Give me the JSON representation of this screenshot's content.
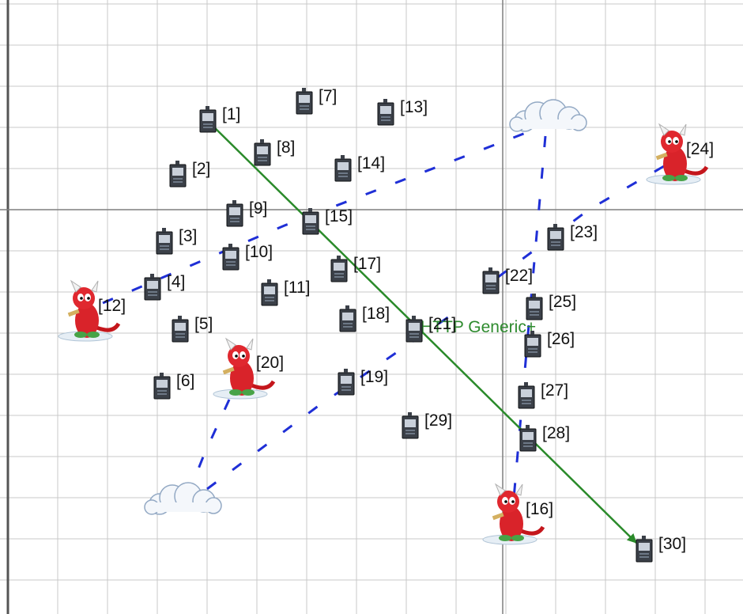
{
  "canvas": {
    "grid_color": "#c8c8c8",
    "axis_color": "#7f7f7f",
    "background": "#ffffff"
  },
  "nodes": [
    {
      "id": "1",
      "label": "[1]",
      "type": "server",
      "icon": "server-icon"
    },
    {
      "id": "2",
      "label": "[2]",
      "type": "server",
      "icon": "server-icon"
    },
    {
      "id": "3",
      "label": "[3]",
      "type": "server",
      "icon": "server-icon"
    },
    {
      "id": "4",
      "label": "[4]",
      "type": "server",
      "icon": "server-icon"
    },
    {
      "id": "5",
      "label": "[5]",
      "type": "server",
      "icon": "server-icon"
    },
    {
      "id": "6",
      "label": "[6]",
      "type": "server",
      "icon": "server-icon"
    },
    {
      "id": "7",
      "label": "[7]",
      "type": "server",
      "icon": "server-icon"
    },
    {
      "id": "8",
      "label": "[8]",
      "type": "server",
      "icon": "server-icon"
    },
    {
      "id": "9",
      "label": "[9]",
      "type": "server",
      "icon": "server-icon"
    },
    {
      "id": "10",
      "label": "[10]",
      "type": "server",
      "icon": "server-icon"
    },
    {
      "id": "11",
      "label": "[11]",
      "type": "server",
      "icon": "server-icon"
    },
    {
      "id": "12",
      "label": "[12]",
      "type": "router",
      "icon": "bsd-daemon-router-icon"
    },
    {
      "id": "13",
      "label": "[13]",
      "type": "server",
      "icon": "server-icon"
    },
    {
      "id": "14",
      "label": "[14]",
      "type": "server",
      "icon": "server-icon"
    },
    {
      "id": "15",
      "label": "[15]",
      "type": "server",
      "icon": "server-icon"
    },
    {
      "id": "16",
      "label": "[16]",
      "type": "router",
      "icon": "bsd-daemon-router-icon"
    },
    {
      "id": "17",
      "label": "[17]",
      "type": "server",
      "icon": "server-icon"
    },
    {
      "id": "18",
      "label": "[18]",
      "type": "server",
      "icon": "server-icon"
    },
    {
      "id": "19",
      "label": "[19]",
      "type": "server",
      "icon": "server-icon"
    },
    {
      "id": "20",
      "label": "[20]",
      "type": "router",
      "icon": "bsd-daemon-router-icon"
    },
    {
      "id": "21",
      "label": "[21]",
      "type": "server",
      "icon": "server-icon"
    },
    {
      "id": "22",
      "label": "[22]",
      "type": "server",
      "icon": "server-icon"
    },
    {
      "id": "23",
      "label": "[23]",
      "type": "server",
      "icon": "server-icon"
    },
    {
      "id": "24",
      "label": "[24]",
      "type": "router",
      "icon": "bsd-daemon-router-icon"
    },
    {
      "id": "25",
      "label": "[25]",
      "type": "server",
      "icon": "server-icon"
    },
    {
      "id": "26",
      "label": "[26]",
      "type": "server",
      "icon": "server-icon"
    },
    {
      "id": "27",
      "label": "[27]",
      "type": "server",
      "icon": "server-icon"
    },
    {
      "id": "28",
      "label": "[28]",
      "type": "server",
      "icon": "server-icon"
    },
    {
      "id": "29",
      "label": "[29]",
      "type": "server",
      "icon": "server-icon"
    },
    {
      "id": "30",
      "label": "[30]",
      "type": "server",
      "icon": "server-icon"
    },
    {
      "id": "cloud-a",
      "label": "",
      "type": "cloud",
      "icon": "cloud-icon"
    },
    {
      "id": "cloud-b",
      "label": "",
      "type": "cloud",
      "icon": "cloud-icon"
    }
  ],
  "links": [
    {
      "from": "12",
      "to": "cloud-a",
      "style": "dashed",
      "color": "#1f2fd6"
    },
    {
      "from": "24",
      "to": "22",
      "style": "dashed",
      "color": "#1f2fd6"
    },
    {
      "from": "cloud-a",
      "to": "16",
      "style": "dashed",
      "color": "#1f2fd6"
    },
    {
      "from": "20",
      "to": "cloud-b",
      "style": "dashed",
      "color": "#1f2fd6"
    },
    {
      "from": "cloud-b",
      "to": "21",
      "style": "dashed",
      "color": "#1f2fd6"
    }
  ],
  "flow": {
    "from": "1",
    "to": "30",
    "label": "HTTP Generic+",
    "color": "#2a8a2a"
  }
}
